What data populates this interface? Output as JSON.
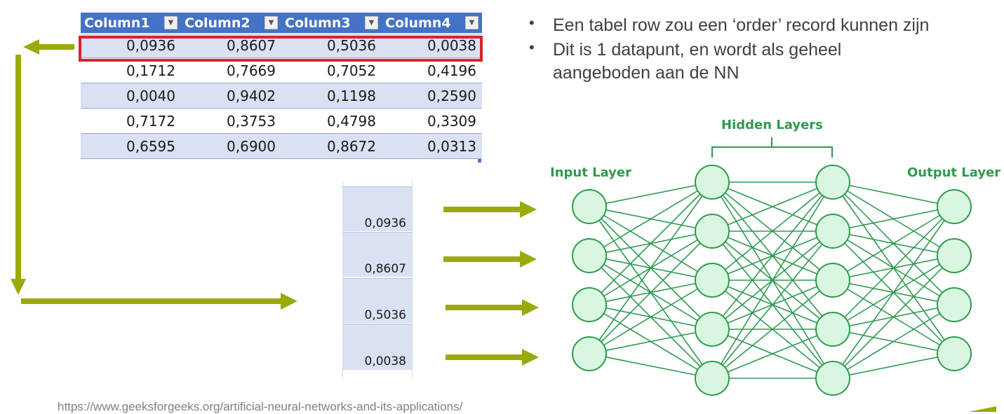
{
  "table": {
    "headers": [
      "Column1",
      "Column2",
      "Column3",
      "Column4"
    ],
    "rows": [
      [
        "0,0936",
        "0,8607",
        "0,5036",
        "0,0038"
      ],
      [
        "0,1712",
        "0,7669",
        "0,7052",
        "0,4196"
      ],
      [
        "0,0040",
        "0,9402",
        "0,1198",
        "0,2590"
      ],
      [
        "0,7172",
        "0,3753",
        "0,4798",
        "0,3309"
      ],
      [
        "0,6595",
        "0,6900",
        "0,8672",
        "0,0313"
      ]
    ]
  },
  "bullets": [
    "Een tabel row zou een ‘order’ record kunnen zijn",
    "Dit is 1 datapunt, en wordt als geheel",
    "aangeboden aan de NN"
  ],
  "column": {
    "values": [
      "0,0936",
      "0,8607",
      "0,5036",
      "0,0038"
    ]
  },
  "network": {
    "hidden_label": "Hidden Layers",
    "input_label": "Input Layer",
    "output_label": "Output Layer"
  },
  "colors": {
    "arrow": "#9aaa0a",
    "node_fill": "#d9f7e0",
    "node_stroke": "#2e9a4f",
    "header_blue": "#4472c4",
    "band_blue": "#d9e1f2",
    "highlight_red": "#e0202b"
  },
  "source_url": "https://www.geeksforgeeks.org/artificial-neural-networks-and-its-applications/"
}
